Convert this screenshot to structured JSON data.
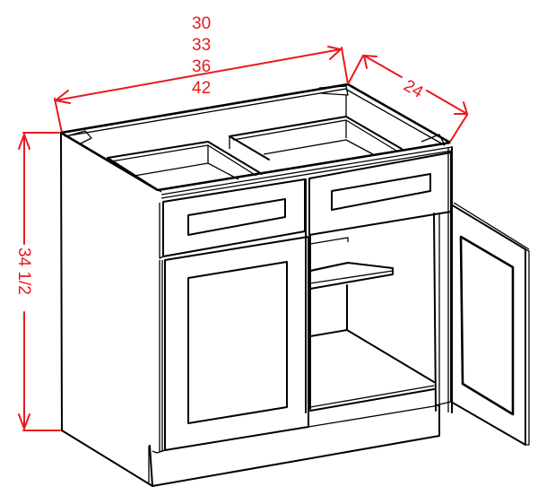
{
  "diagram": {
    "subject": "Double door base cabinet with two drawers",
    "colors": {
      "line": "#000000",
      "dimension": "#e8191f",
      "background": "#ffffff"
    },
    "dimensions": {
      "width_options": [
        "30",
        "33",
        "36",
        "42"
      ],
      "depth": "24",
      "height": "34 1/2"
    },
    "components": {
      "drawers": 2,
      "doors": 2,
      "open_door": "right",
      "interior_shelves": 1,
      "toe_kick": true
    }
  }
}
